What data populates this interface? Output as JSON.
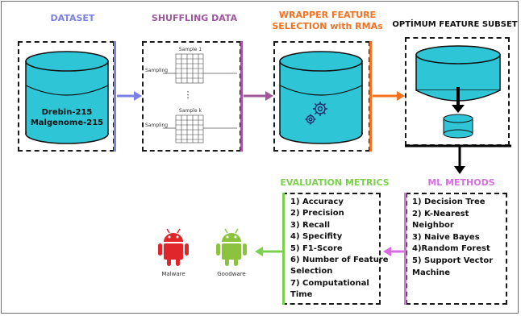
{
  "stages": {
    "dataset": {
      "title": "DATASET",
      "db_line1": "Drebin-215",
      "db_line2": "Malgenome-215"
    },
    "shuffling": {
      "title": "SHUFFLING DATA",
      "sample_top": "Sample 1",
      "sample_bottom": "Sample k",
      "sampling_top": "Sampling",
      "sampling_bottom": "Sampling",
      "ellipsis": "⋮"
    },
    "wrapper": {
      "title_line1": "WRAPPER FEATURE",
      "title_line2": "SELECTION with  RMAs"
    },
    "optimum": {
      "title": "OPTİMUM FEATURE SUBSET"
    },
    "ml_methods": {
      "title": "ML METHODS",
      "items": [
        "1) Decision Tree",
        "2) K-Nearest",
        "Neighbor",
        "3) Naive Bayes",
        "4)Random Forest",
        "5) Support Vector",
        "Machine"
      ]
    },
    "evaluation": {
      "title": "EVALUATION METRICS",
      "items": [
        "1) Accuracy",
        "2) Precision",
        "3) Recall",
        "4) Specifity",
        "5) F1-Score",
        "6) Number of Feature",
        "Selection",
        "7) Computational",
        "Time"
      ]
    },
    "output": {
      "malware_label": "Malware",
      "goodware_label": "Goodware"
    }
  },
  "colors": {
    "dataset": "#7b7fe8",
    "shuffling": "#a0579e",
    "wrapper": "#f5701f",
    "ml": "#d66ee0",
    "evaluation": "#7bd14d",
    "db": "#2ec6d6",
    "android_red": "#e0262b",
    "android_green": "#8cc33e"
  }
}
